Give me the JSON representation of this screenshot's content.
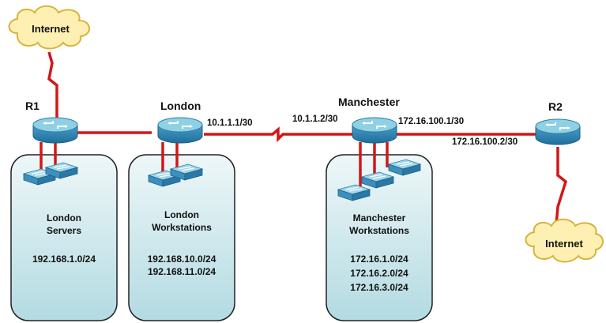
{
  "colors": {
    "link": "#d01818",
    "box_fill_top": "#e9f4f6",
    "box_fill_bottom": "#b7dde3",
    "cloud_fill": "#fdf0b2",
    "cloud_stroke": "#d9b33c",
    "router_top": "#7fc6dc",
    "router_body": "#2f86b4"
  },
  "clouds": {
    "top": "Internet",
    "bottom": "Internet"
  },
  "routers": {
    "r1": "R1",
    "london": "London",
    "manchester": "Manchester",
    "r2": "R2"
  },
  "links": {
    "london_serial": "10.1.1.1/30",
    "manchester_serial": "10.1.1.2/30",
    "manchester_r2": "172.16.100.1/30",
    "r2_manchester": "172.16.100.2/30"
  },
  "lans": {
    "london_servers": {
      "line1": "London",
      "line2": "Servers",
      "networks": [
        "192.168.1.0/24"
      ]
    },
    "london_workstations": {
      "line1": "London",
      "line2": "Workstations",
      "networks": [
        "192.168.10.0/24",
        "192.168.11.0/24"
      ]
    },
    "manchester_workstations": {
      "line1": "Manchester",
      "line2": "Workstations",
      "networks": [
        "172.16.1.0/24",
        "172.16.2.0/24",
        "172.16.3.0/24"
      ]
    }
  }
}
